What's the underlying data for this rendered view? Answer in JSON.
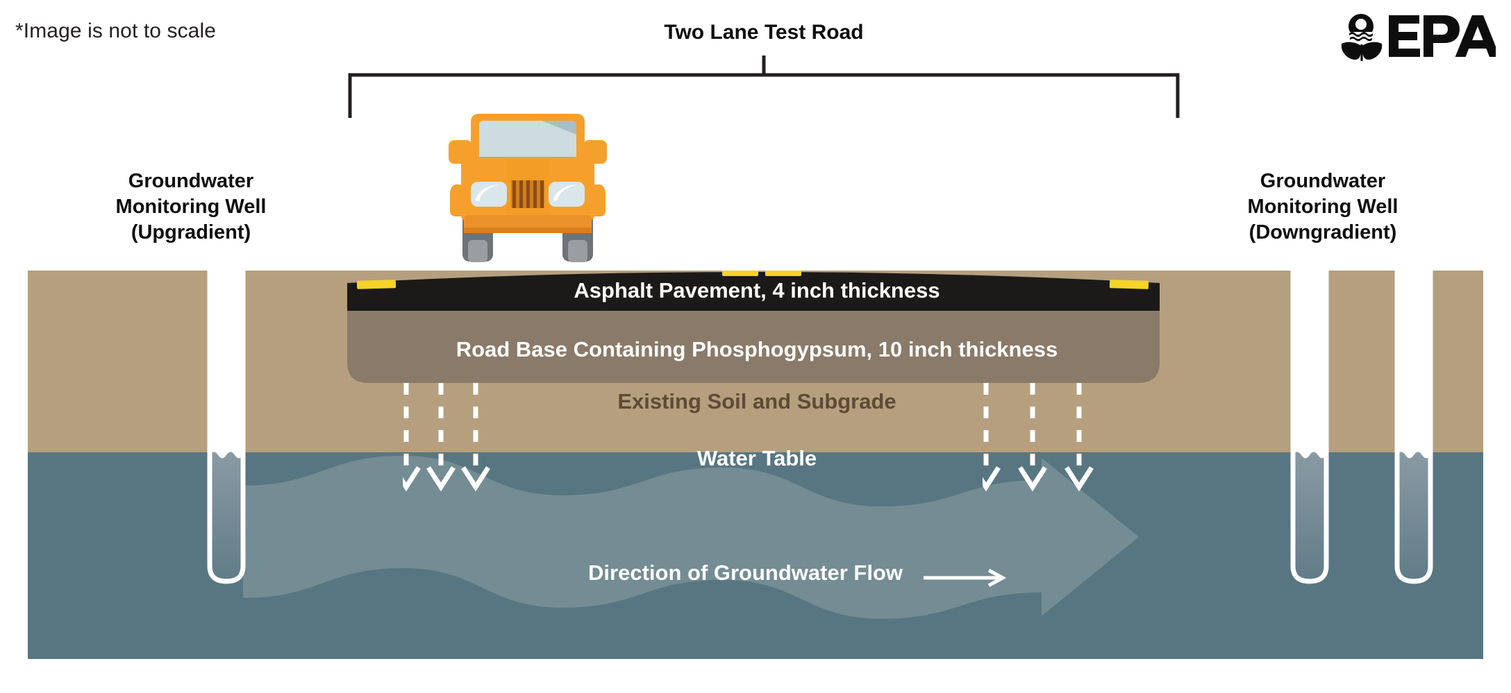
{
  "header": {
    "disclaimer": "*Image is not to scale",
    "road_title": "Two Lane Test Road",
    "logo_text": "EPA",
    "logo_icon": "epa-seal-icon"
  },
  "wells": {
    "left": {
      "line1": "Groundwater",
      "line2": "Monitoring Well",
      "line3": "(Upgradient)"
    },
    "right": {
      "line1": "Groundwater",
      "line2": "Monitoring Well",
      "line3": "(Downgradient)"
    }
  },
  "layers": {
    "asphalt": "Asphalt Pavement, 4 inch thickness",
    "road_base": "Road Base Containing Phosphogypsum, 10 inch thickness",
    "subgrade": "Existing Soil and Subgrade",
    "water_table": "Water Table"
  },
  "flow": {
    "caption": "Direction of Groundwater Flow",
    "arrow_icon": "right-arrow-icon"
  },
  "vehicle": {
    "icon": "orange-truck-icon"
  },
  "colors": {
    "asphalt": "#1c1a18",
    "road_base": "#8a7a69",
    "soil": "#b59f7e",
    "water": "#587681",
    "flow_band": "#8c9ea3",
    "lane_marking": "#f5d327",
    "truck_body": "#f5a02c",
    "text_dark": "#0d0d0d",
    "text_light": "#ffffff",
    "subgrade_text": "#5e4a36",
    "well_outline": "#ffffff",
    "well_water_top": "#8a9aa4",
    "well_water_bottom": "#5e7a86"
  },
  "infiltration": {
    "icon": "dashed-down-arrow-icon",
    "left_group_count": 3,
    "right_group_count": 3
  }
}
